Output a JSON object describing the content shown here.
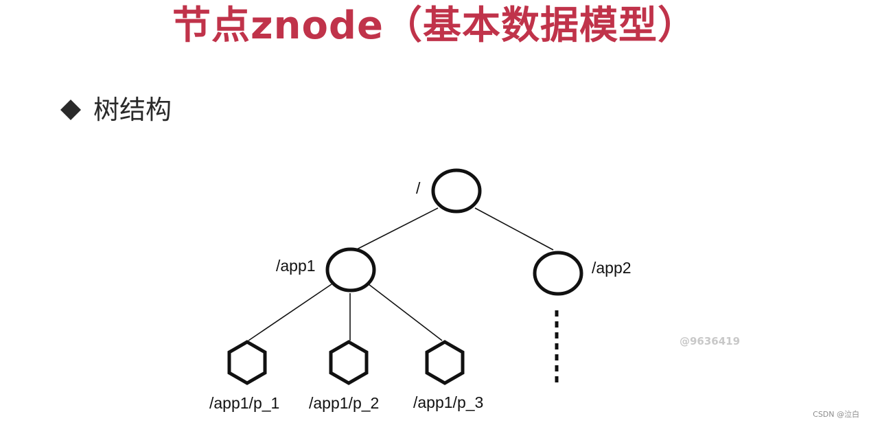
{
  "title": "节点znode（基本数据模型）",
  "bullet": {
    "icon": "diamond-bullet-icon",
    "text": "树结构"
  },
  "tree": {
    "nodes": [
      {
        "id": "root",
        "label": "/",
        "shape": "circle"
      },
      {
        "id": "app1",
        "label": "/app1",
        "shape": "circle"
      },
      {
        "id": "app2",
        "label": "/app2",
        "shape": "circle"
      },
      {
        "id": "p1",
        "label": "/app1/p_1",
        "shape": "hexagon"
      },
      {
        "id": "p2",
        "label": "/app1/p_2",
        "shape": "hexagon"
      },
      {
        "id": "p3",
        "label": "/app1/p_3",
        "shape": "hexagon"
      }
    ],
    "edges": [
      {
        "from": "root",
        "to": "app1"
      },
      {
        "from": "root",
        "to": "app2"
      },
      {
        "from": "app1",
        "to": "p1"
      },
      {
        "from": "app1",
        "to": "p2"
      },
      {
        "from": "app1",
        "to": "p3"
      }
    ]
  },
  "watermark": "@9636419",
  "footer": "CSDN @泣白",
  "colors": {
    "title": "#c0334a",
    "text": "#2a2a2a",
    "stroke": "#111111",
    "watermark": "#c8c8c8"
  }
}
